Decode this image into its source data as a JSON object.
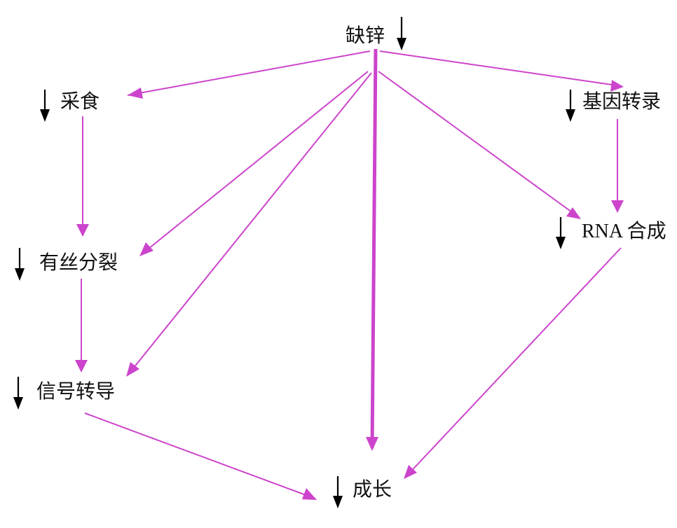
{
  "nodes": {
    "zinc_deficiency": {
      "label": "缺锌"
    },
    "feeding": {
      "label": "采食"
    },
    "gene_transcription": {
      "label": "基因转录"
    },
    "mitosis": {
      "label": "有丝分裂"
    },
    "rna_synthesis": {
      "label": "RNA 合成"
    },
    "signal_transduction": {
      "label": "信号转导"
    },
    "growth": {
      "label": "成长"
    }
  },
  "indicator": {
    "meaning": "decrease",
    "symbol": "down-arrow-icon",
    "color": "#000000"
  },
  "edge_color": "#cc44cc",
  "edges": [
    {
      "from": "zinc_deficiency",
      "to": "feeding"
    },
    {
      "from": "zinc_deficiency",
      "to": "gene_transcription"
    },
    {
      "from": "zinc_deficiency",
      "to": "mitosis"
    },
    {
      "from": "zinc_deficiency",
      "to": "signal_transduction"
    },
    {
      "from": "zinc_deficiency",
      "to": "rna_synthesis"
    },
    {
      "from": "zinc_deficiency",
      "to": "growth",
      "emphasis": "thick"
    },
    {
      "from": "feeding",
      "to": "mitosis"
    },
    {
      "from": "mitosis",
      "to": "signal_transduction"
    },
    {
      "from": "gene_transcription",
      "to": "rna_synthesis"
    },
    {
      "from": "signal_transduction",
      "to": "growth"
    },
    {
      "from": "rna_synthesis",
      "to": "growth"
    }
  ]
}
